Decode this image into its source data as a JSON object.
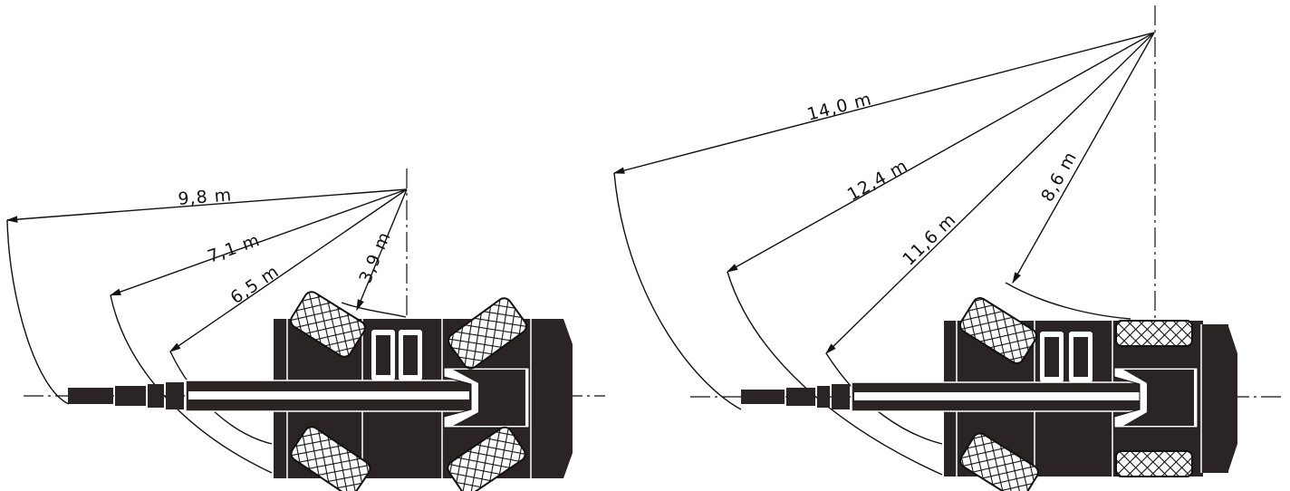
{
  "diagrams": [
    {
      "id": "left",
      "radii": [
        "9,8 m",
        "7,1 m",
        "6,5 m",
        "3,9 m"
      ]
    },
    {
      "id": "right",
      "radii": [
        "14,0 m",
        "12,4 m",
        "11,6 m",
        "8,6 m"
      ]
    }
  ],
  "colors": {
    "ink": "#111111",
    "vehicle": "#2a2424",
    "paper": "#ffffff"
  }
}
